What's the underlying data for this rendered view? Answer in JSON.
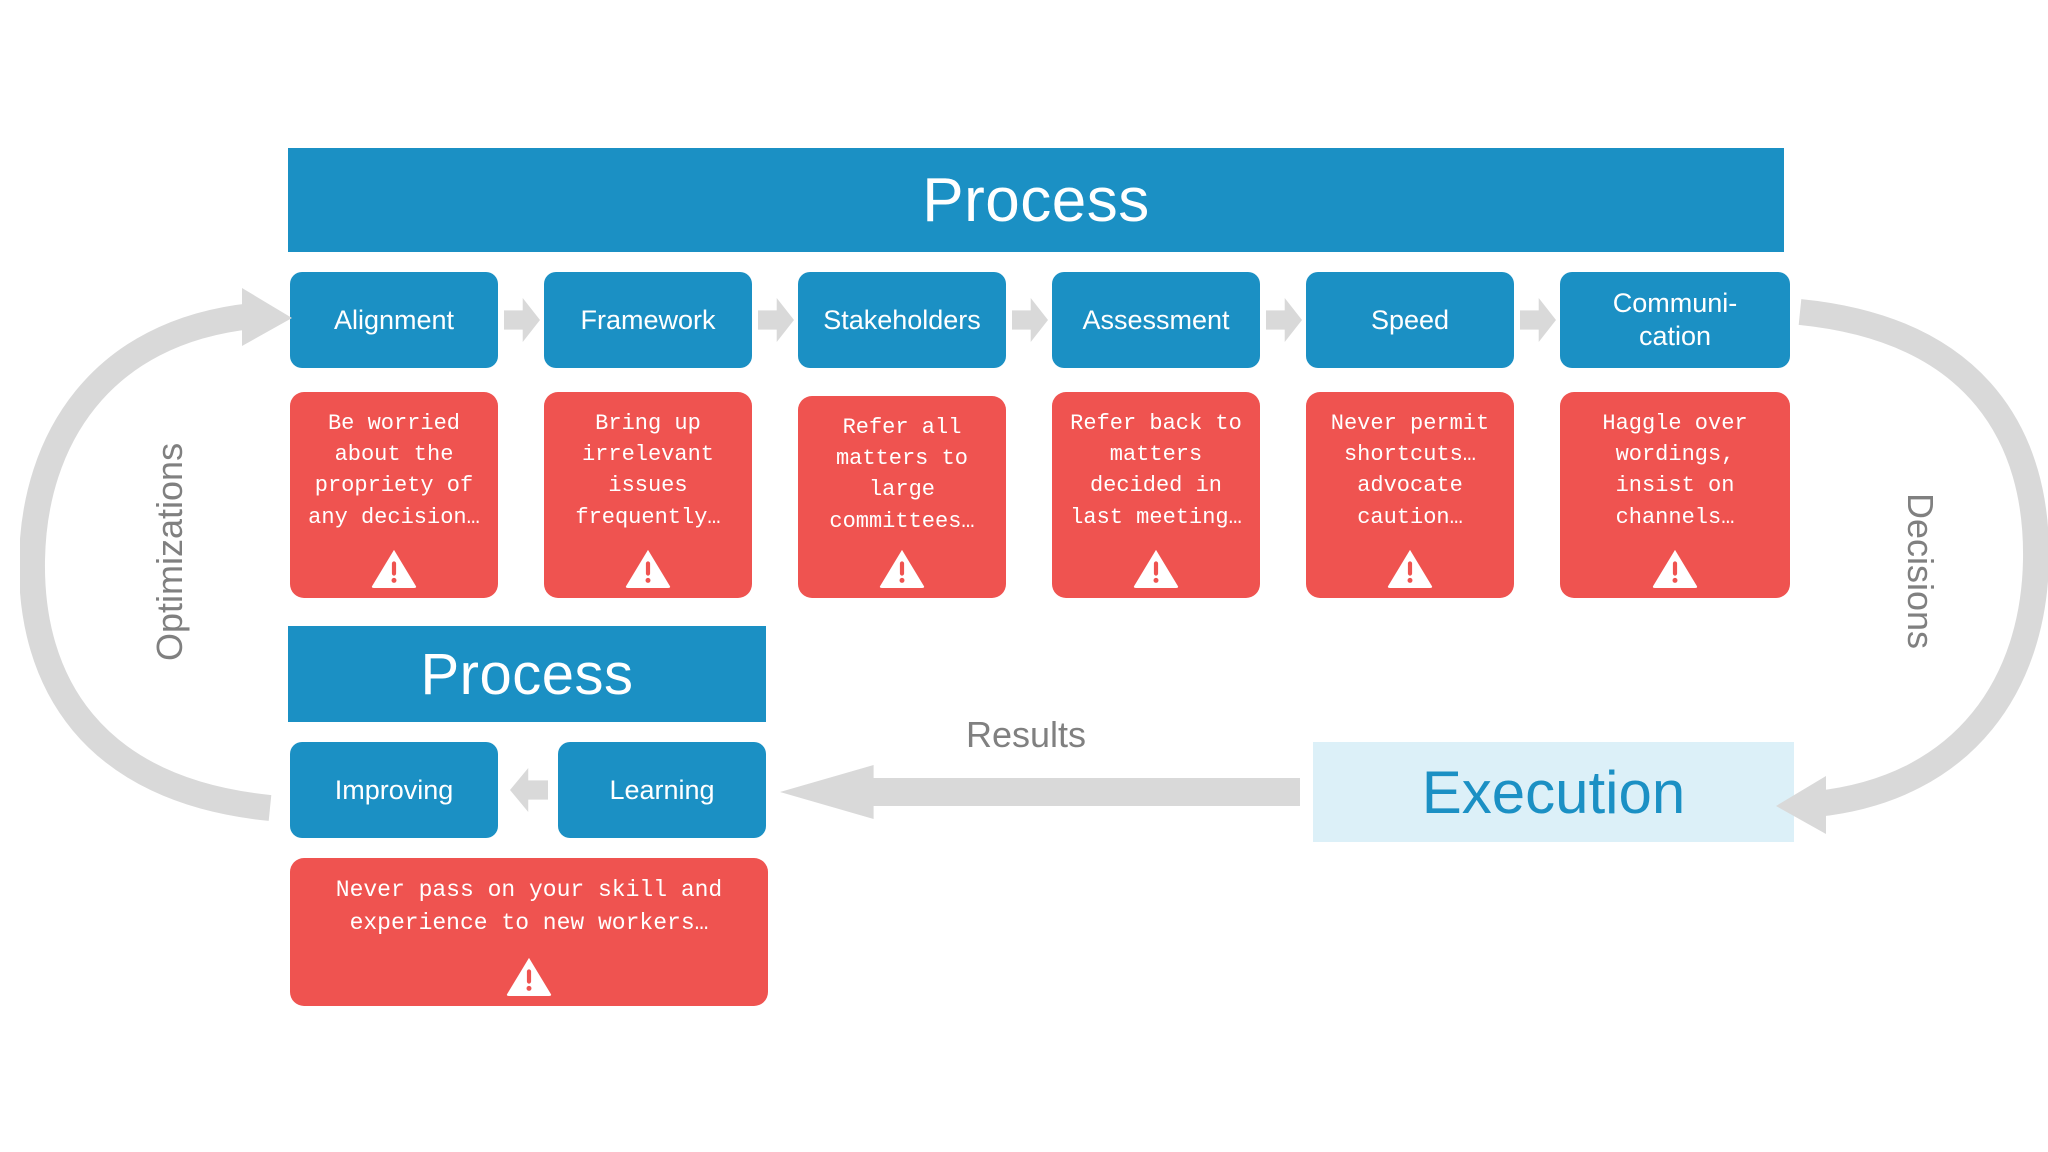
{
  "diagram": {
    "top_section": {
      "banner_title": "Process",
      "stages": [
        {
          "label": "Alignment"
        },
        {
          "label": "Framework"
        },
        {
          "label": "Stakeholders"
        },
        {
          "label": "Assessment"
        },
        {
          "label": "Speed"
        },
        {
          "label": "Communi-\ncation"
        }
      ],
      "warnings": [
        {
          "text": "Be worried\nabout the\npropriety of\nany decision…"
        },
        {
          "text": "Bring up\nirrelevant\nissues\nfrequently…"
        },
        {
          "text": "Refer all\nmatters to\nlarge\ncommittees…"
        },
        {
          "text": "Refer back to\nmatters\ndecided in\nlast meeting…"
        },
        {
          "text": "Never permit\nshortcuts…\nadvocate\ncaution…"
        },
        {
          "text": "Haggle over\nwordings,\ninsist on\nchannels…"
        }
      ]
    },
    "bottom_section": {
      "banner_title": "Process",
      "stages": [
        {
          "label": "Improving"
        },
        {
          "label": "Learning"
        }
      ],
      "warning": {
        "text": "Never pass on your skill and\nexperience to new workers…"
      },
      "execution_label": "Execution",
      "results_label": "Results"
    },
    "cycle_labels": {
      "left": "Optimizations",
      "right": "Decisions"
    },
    "colors": {
      "blue": "#1b90c4",
      "red": "#ef5350",
      "pale_blue": "#dcf0f8",
      "gray_arrow": "#d9d9d9",
      "gray_text": "#808080"
    }
  }
}
